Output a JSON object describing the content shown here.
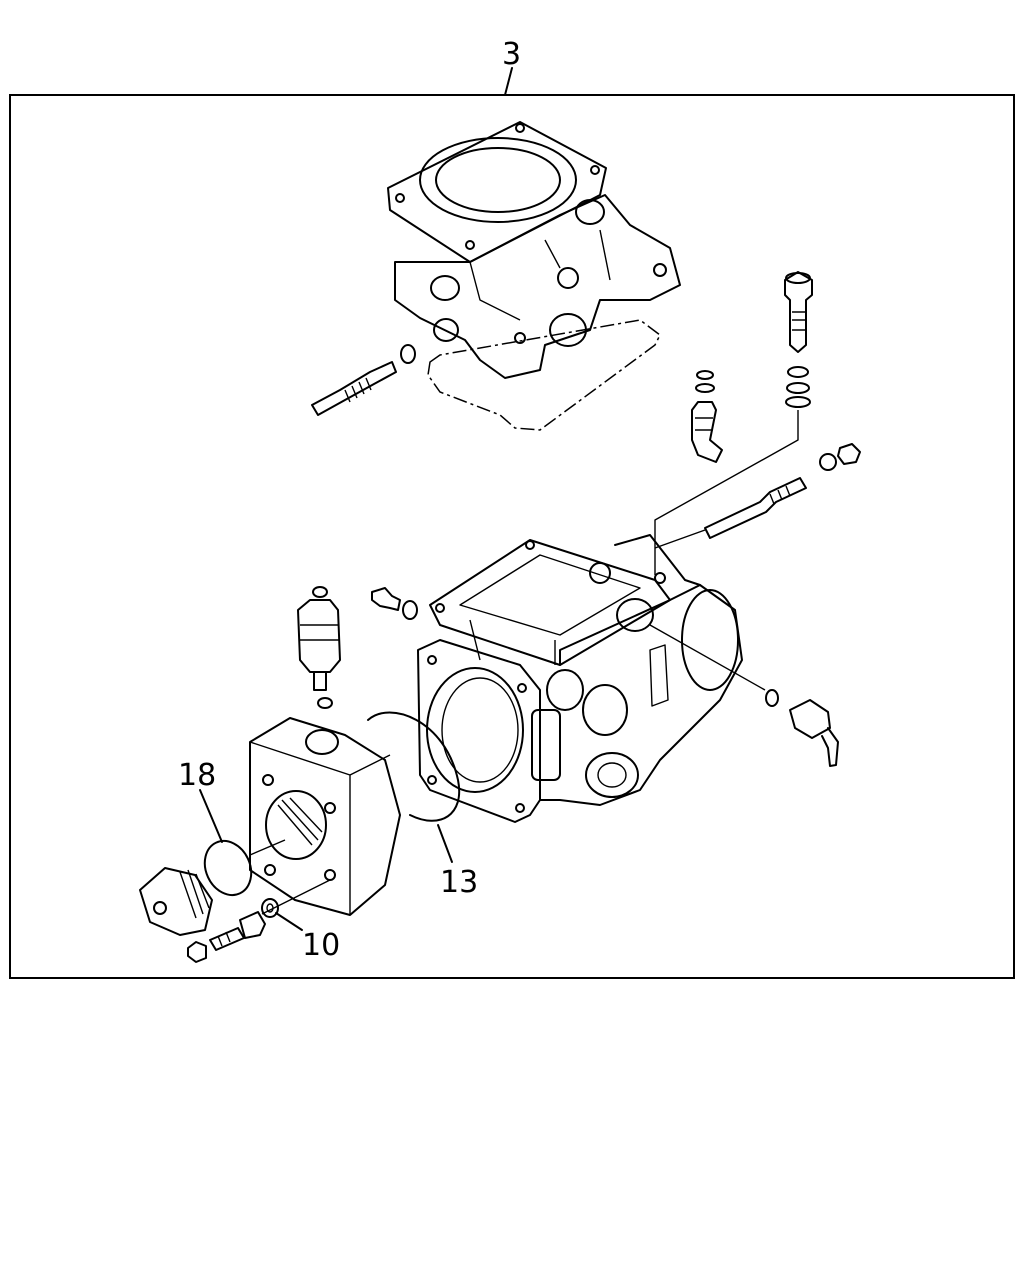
{
  "callouts": {
    "assembly": "3",
    "o_ring_small": "18",
    "o_ring_large": "13",
    "washer": "10"
  },
  "colors": {
    "line": "#000000",
    "background": "#ffffff"
  }
}
